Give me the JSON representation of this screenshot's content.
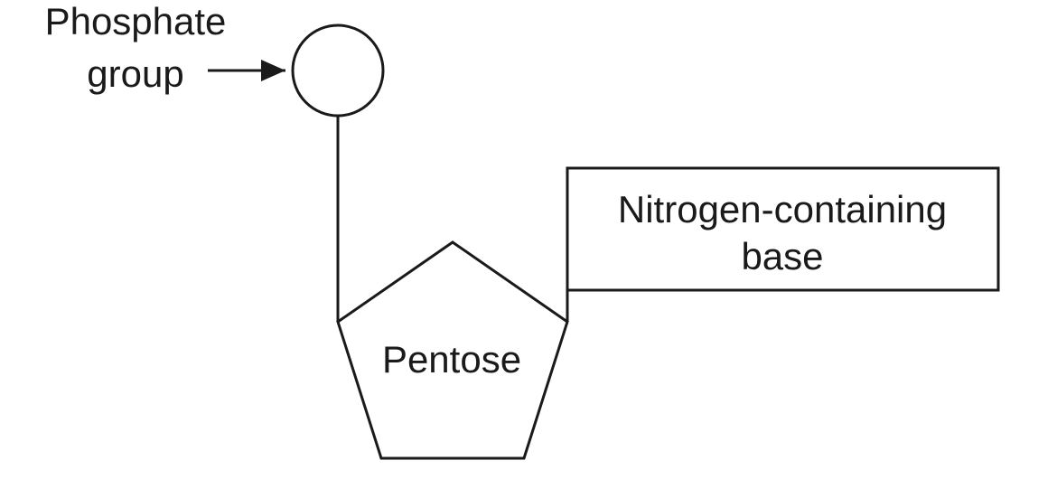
{
  "labels": {
    "phosphate_line1": "Phosphate",
    "phosphate_line2": "group",
    "base_line1": "Nitrogen-containing",
    "base_line2": "base",
    "pentose": "Pentose"
  },
  "colors": {
    "ink": "#1a1a1a",
    "background": "#ffffff"
  }
}
